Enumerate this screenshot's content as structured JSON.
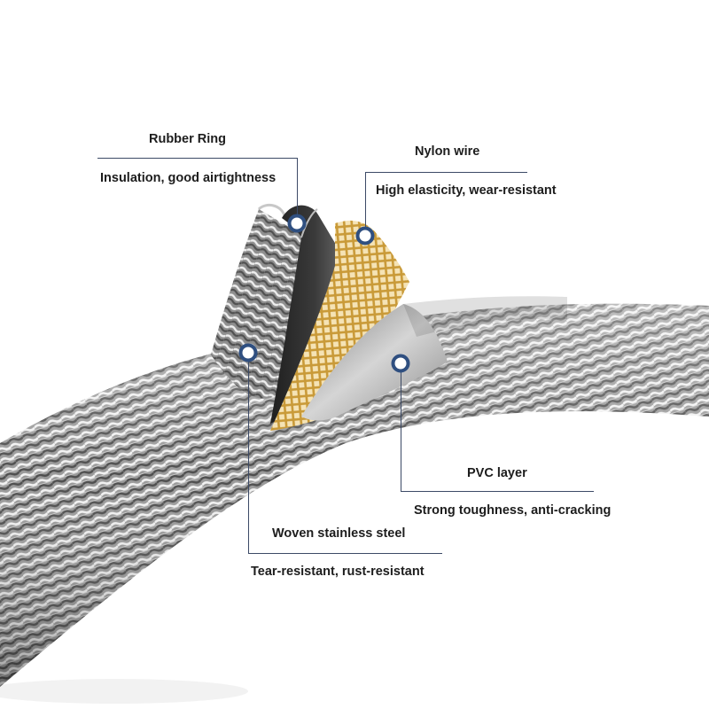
{
  "callouts": {
    "rubber_ring": {
      "title": "Rubber Ring",
      "description": "Insulation, good airtightness"
    },
    "nylon_wire": {
      "title": "Nylon wire",
      "description": "High elasticity, wear-resistant"
    },
    "pvc_layer": {
      "title": "PVC layer",
      "description": "Strong toughness, anti-cracking"
    },
    "stainless_steel": {
      "title": "Woven stainless steel",
      "description": "Tear-resistant, rust-resistant"
    }
  },
  "colors": {
    "leader_line": "#3c4a66",
    "marker_ring": "#2f4f80",
    "steel_light": "#e6e6e6",
    "steel_dark": "#5a5a5a",
    "nylon": "#d9b45a",
    "pvc": "#9b9b9b",
    "rubber": "#2b2b2b"
  }
}
